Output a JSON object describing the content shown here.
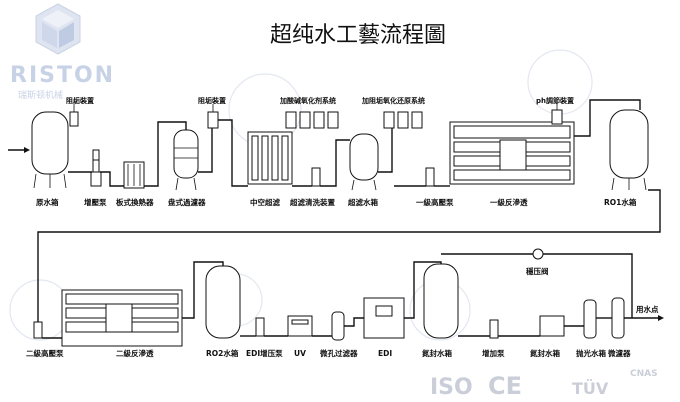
{
  "title": "超纯水工藝流程圖",
  "logo": {
    "brand": "RISTON",
    "subtitle": "瑞斯顿机械"
  },
  "labels": {
    "raw_tank": "原水箱",
    "booster_pump": "增壓泵",
    "plate_heat_exchanger": "板式換熱器",
    "multimedia_filter": "盘式過濾器",
    "ph_regulator": "ph調節裝置",
    "scale_inhibitor": "阻垢裝置",
    "acid_base_dosing": "加酸碱氧化剂系统",
    "reducing_dosing": "加阻垢氧化还原系统",
    "hollow_fiber": "中空超滤",
    "uf_backwash": "超滤清洗装置",
    "uf_tank": "超滤水箱",
    "pump_1": "一級高壓泵",
    "ro_1": "一級反滲透",
    "ro1_tank": "RO1水箱",
    "pump_2": "二級高壓泵",
    "ro_2": "二級反滲透",
    "ro2_tank": "RO2水箱",
    "edi_pump": "EDI增压泵",
    "uv": "UV",
    "micro_filter": "微孔过滤器",
    "edi": "EDI",
    "n2_tank": "氮封水箱",
    "add_pump": "增加泵",
    "n2_tank_2": "氮封水箱",
    "polish_filter": "抛光水箱",
    "fine_filter": "微濾器",
    "pressure_valve": "穩压阀",
    "use_point": "用水点"
  },
  "certs": {
    "iso": "ISO",
    "ce": "CE",
    "tuv": "TÜV",
    "cnas": "CNAS"
  },
  "colors": {
    "line": "#111111",
    "watermark": "#c8d2e6"
  }
}
